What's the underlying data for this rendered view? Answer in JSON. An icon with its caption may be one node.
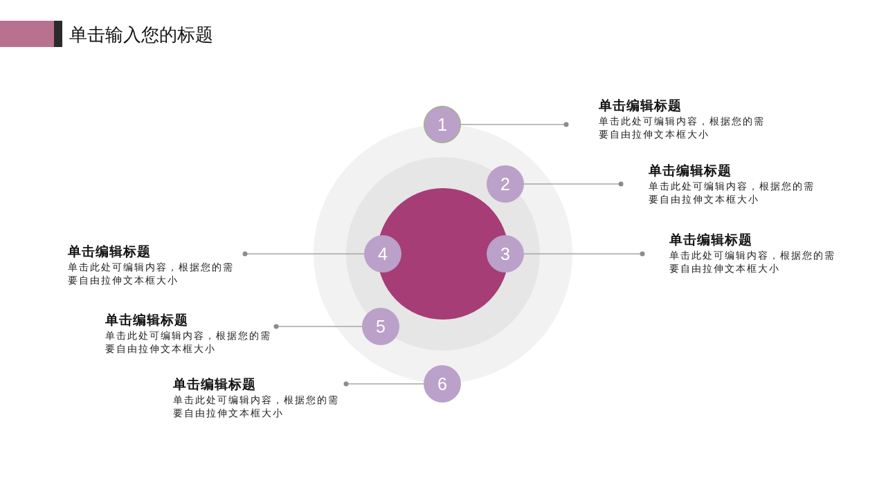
{
  "diagram": {
    "title": "单击输入您的标题",
    "nodes": [
      {
        "text": [
          "1"
        ]
      },
      {
        "text": [
          "2"
        ]
      },
      {
        "text": [
          "3"
        ]
      },
      {
        "text": [
          "4"
        ]
      },
      {
        "text": [
          "5"
        ]
      },
      {
        "text": [
          "6"
        ]
      },
      {
        "text": [
          "单击编辑标题",
          "单击此处可编辑内容，根据您的需要自由拉伸文本框大小"
        ]
      },
      {
        "text": [
          "单击编辑标题",
          "单击此处可编辑内容，根据您的需要自由拉伸文本框大小"
        ]
      },
      {
        "text": [
          "单击编辑标题",
          "单击此处可编辑内容，根据您的需要自由拉伸文本框大小"
        ]
      },
      {
        "text": [
          "单击编辑标题",
          "单击此处可编辑内容，根据您的需要自由拉伸文本框大小"
        ]
      },
      {
        "text": [
          "单击编辑标题",
          "单击此处可编辑内容，根据您的需要自由拉伸文本框大小"
        ]
      },
      {
        "text": [
          "单击编辑标题",
          "单击此处可编辑内容，根据您的需要自由拉伸文本框大小"
        ]
      }
    ],
    "edges": [
      {
        "from": 0,
        "to": 6,
        "arrow": "other"
      },
      {
        "from": 1,
        "to": 7,
        "arrow": "other"
      },
      {
        "from": 2,
        "to": 8,
        "arrow": "other"
      },
      {
        "from": 3,
        "to": 9,
        "arrow": "other"
      },
      {
        "from": 4,
        "to": 10,
        "arrow": "other"
      },
      {
        "from": 5,
        "to": 11,
        "arrow": "other"
      }
    ]
  }
}
